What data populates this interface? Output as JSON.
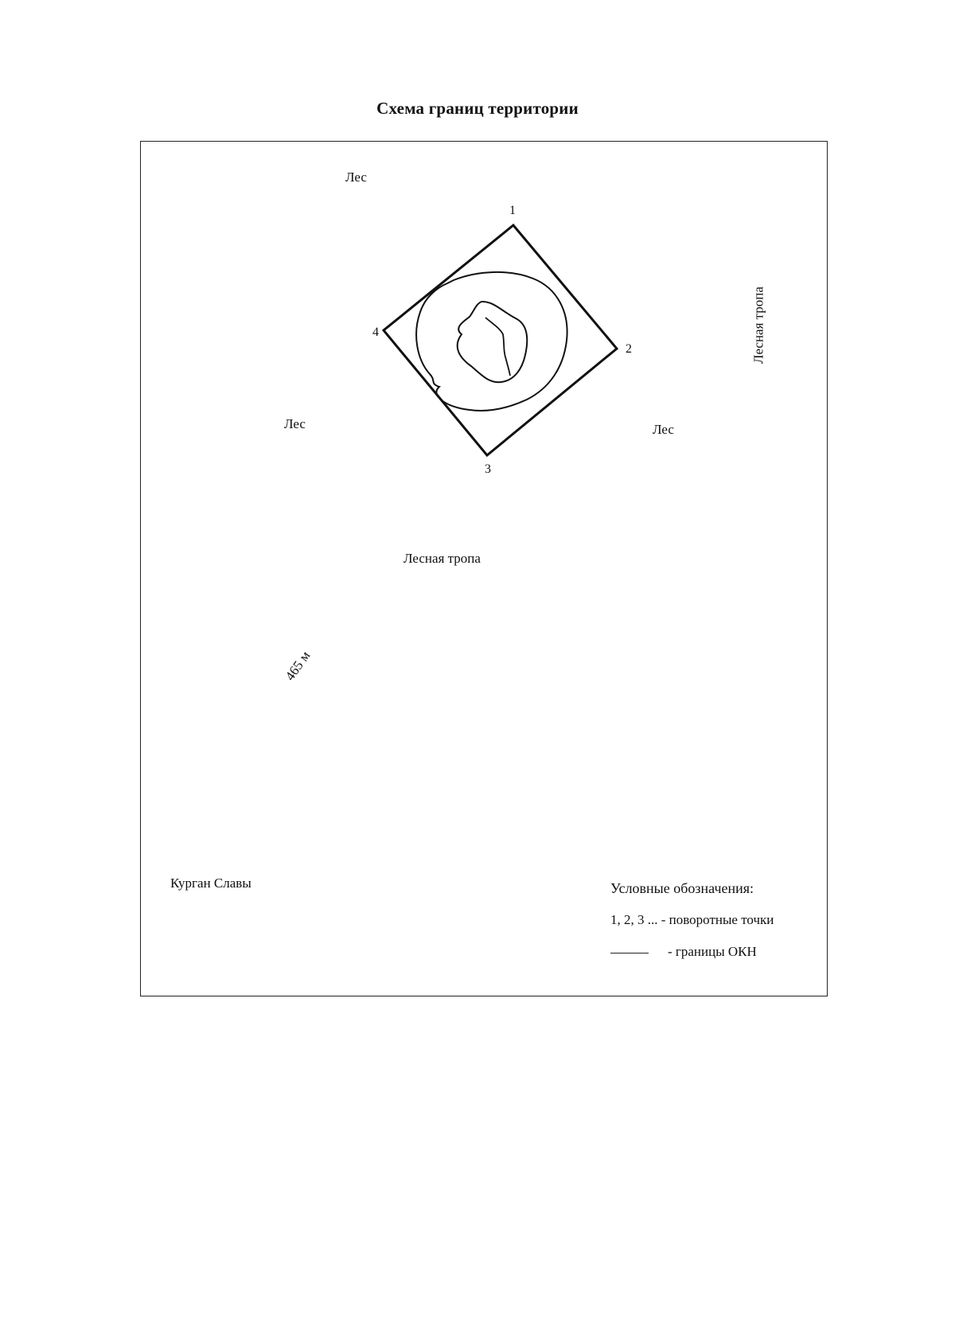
{
  "title": "Схема границ территории",
  "labels": {
    "forest_top": "Лес",
    "forest_left": "Лес",
    "forest_right": "Лес",
    "trail_right": "Лесная тропа",
    "trail_bottom": "Лесная тропа",
    "distance": "465 м",
    "kurgan": "Курган Славы"
  },
  "points": [
    "1",
    "2",
    "3",
    "4"
  ],
  "legend": {
    "title": "Условные обозначения:",
    "points_row": "1, 2, 3 ... - поворотные точки",
    "boundary_row": "- границы ОКН"
  },
  "colors": {
    "ink": "#111111",
    "background": "#ffffff"
  }
}
